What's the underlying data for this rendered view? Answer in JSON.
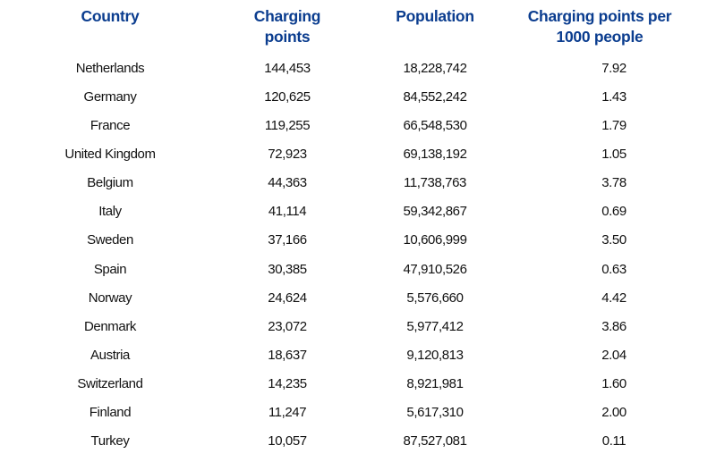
{
  "colors": {
    "header": "#0b3d8f",
    "text": "#111111"
  },
  "chart_data": {
    "type": "table",
    "columns": [
      "Country",
      "Charging points",
      "Population",
      "Charging points per 1000 people"
    ],
    "rows": [
      [
        "Netherlands",
        "144,453",
        "18,228,742",
        "7.92"
      ],
      [
        "Germany",
        "120,625",
        "84,552,242",
        "1.43"
      ],
      [
        "France",
        "119,255",
        "66,548,530",
        "1.79"
      ],
      [
        "United Kingdom",
        "72,923",
        "69,138,192",
        "1.05"
      ],
      [
        "Belgium",
        "44,363",
        "11,738,763",
        "3.78"
      ],
      [
        "Italy",
        "41,114",
        "59,342,867",
        "0.69"
      ],
      [
        "Sweden",
        "37,166",
        "10,606,999",
        "3.50"
      ],
      [
        "Spain",
        "30,385",
        "47,910,526",
        "0.63"
      ],
      [
        "Norway",
        "24,624",
        "5,576,660",
        "4.42"
      ],
      [
        "Denmark",
        "23,072",
        "5,977,412",
        "3.86"
      ],
      [
        "Austria",
        "18,637",
        "9,120,813",
        "2.04"
      ],
      [
        "Switzerland",
        "14,235",
        "8,921,981",
        "1.60"
      ],
      [
        "Finland",
        "11,247",
        "5,617,310",
        "2.00"
      ],
      [
        "Turkey",
        "10,057",
        "87,527,081",
        "0.11"
      ]
    ]
  }
}
